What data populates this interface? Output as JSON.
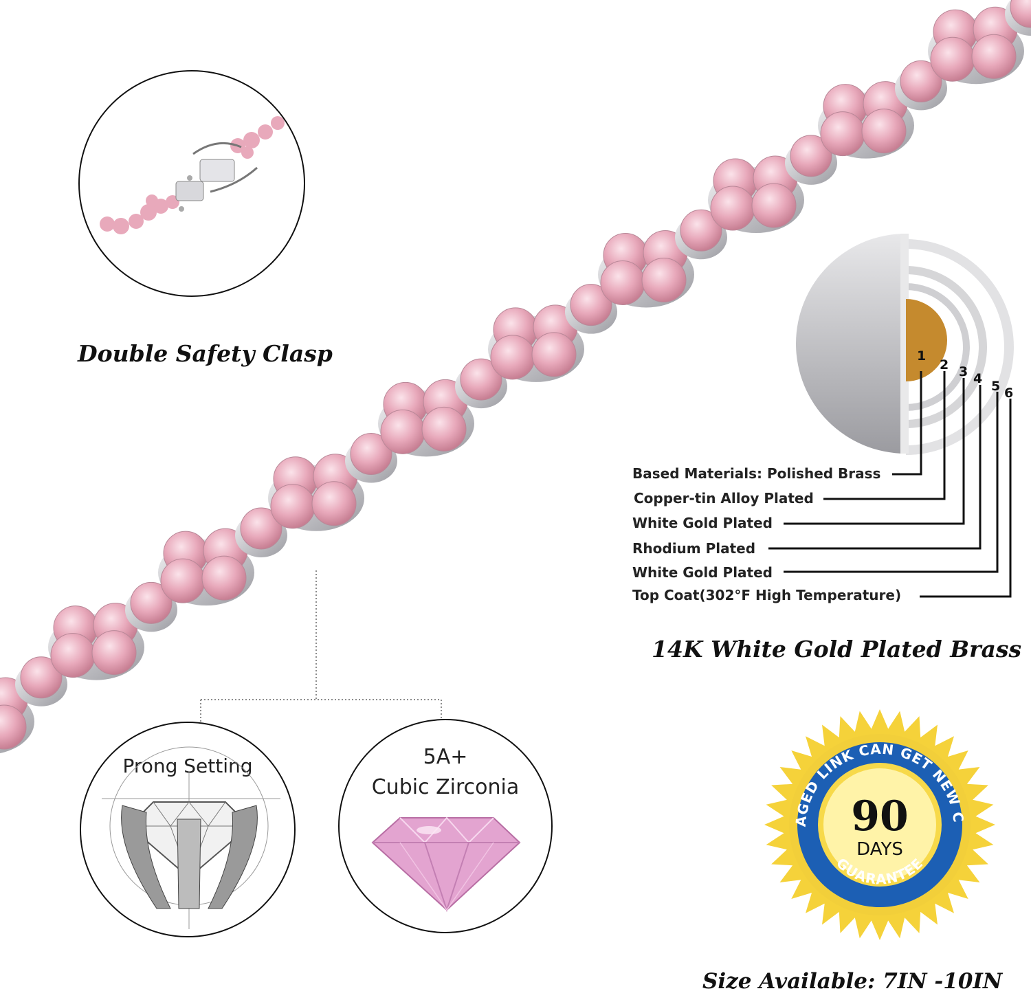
{
  "features": {
    "clasp_title": "Double Safety Clasp",
    "brass_title": "14K White Gold Plated Brass",
    "size_title": "Size Available: 7IN -10IN"
  },
  "layers": {
    "numbers": [
      "1",
      "2",
      "3",
      "4",
      "5",
      "6"
    ],
    "labels": [
      "Based Materials: Polished Brass",
      "Copper-tin Alloy Plated",
      "White Gold Plated",
      "Rhodium Plated",
      "White Gold Plated",
      "Top Coat(302°F High Temperature)"
    ]
  },
  "callouts": {
    "prong": "Prong Setting",
    "stone_grade": "5A+",
    "stone_name": "Cubic Zirconia"
  },
  "badge": {
    "arc_text": "DAMAGED LINK CAN GET NEW CHAIN",
    "number": "90",
    "unit": "DAYS",
    "bottom_text": "GUARANTEE"
  },
  "colors": {
    "stone_pink": "#e8a9bb",
    "metal": "#c9c9cc",
    "brass": "#c58a2e",
    "badge_gold": "#f5d23a",
    "badge_blue": "#1c5fb4"
  }
}
